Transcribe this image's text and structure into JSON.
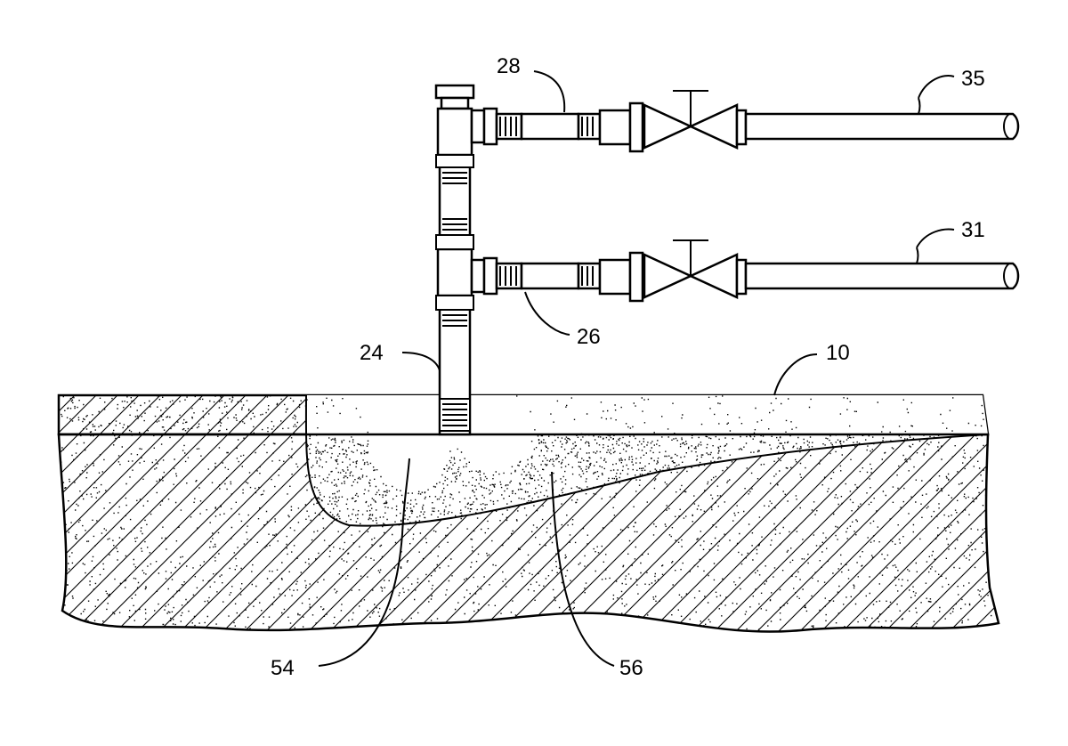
{
  "labels": {
    "ground": "10",
    "riser": "24",
    "lower_branch": "26",
    "upper_branch": "28",
    "lower_line": "31",
    "upper_line": "35",
    "zone_near": "54",
    "zone_far": "56"
  },
  "colors": {
    "line": "#000000",
    "background": "#ffffff"
  },
  "icons": [
    "gate-valve-icon",
    "gate-valve-icon"
  ]
}
